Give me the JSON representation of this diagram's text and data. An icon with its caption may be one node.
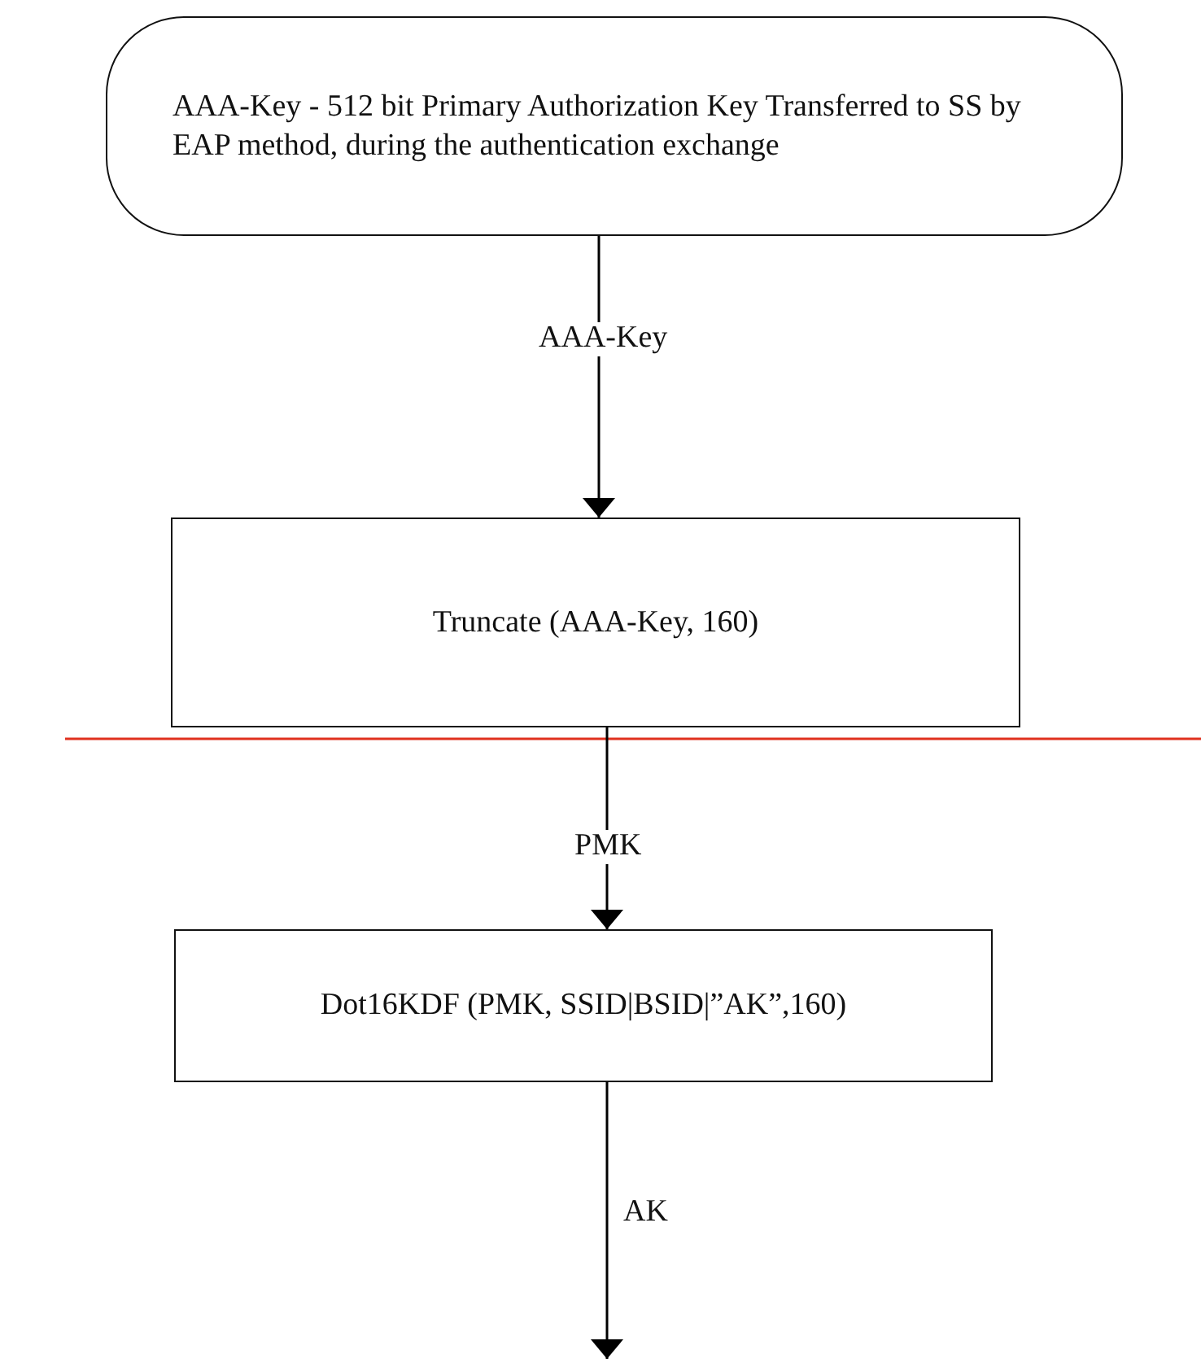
{
  "diagram": {
    "nodes": [
      {
        "text": [
          "AAA-Key - 512 bit Primary Authorization Key Transferred to SS by EAP method, during the authentication exchange"
        ]
      },
      {
        "text": [
          "Truncate (AAA-Key, 160)"
        ]
      },
      {
        "text": [
          "Dot16KDF (PMK, SSID|BSID|”AK”,160)"
        ]
      }
    ],
    "edges": [
      {
        "from": 0,
        "to": 1,
        "arrow": "to",
        "label": "AAA-Key"
      },
      {
        "from": 1,
        "to": 2,
        "arrow": "to",
        "label": "PMK"
      },
      {
        "from": 2,
        "to": null,
        "arrow": "to",
        "label": "AK"
      }
    ]
  }
}
